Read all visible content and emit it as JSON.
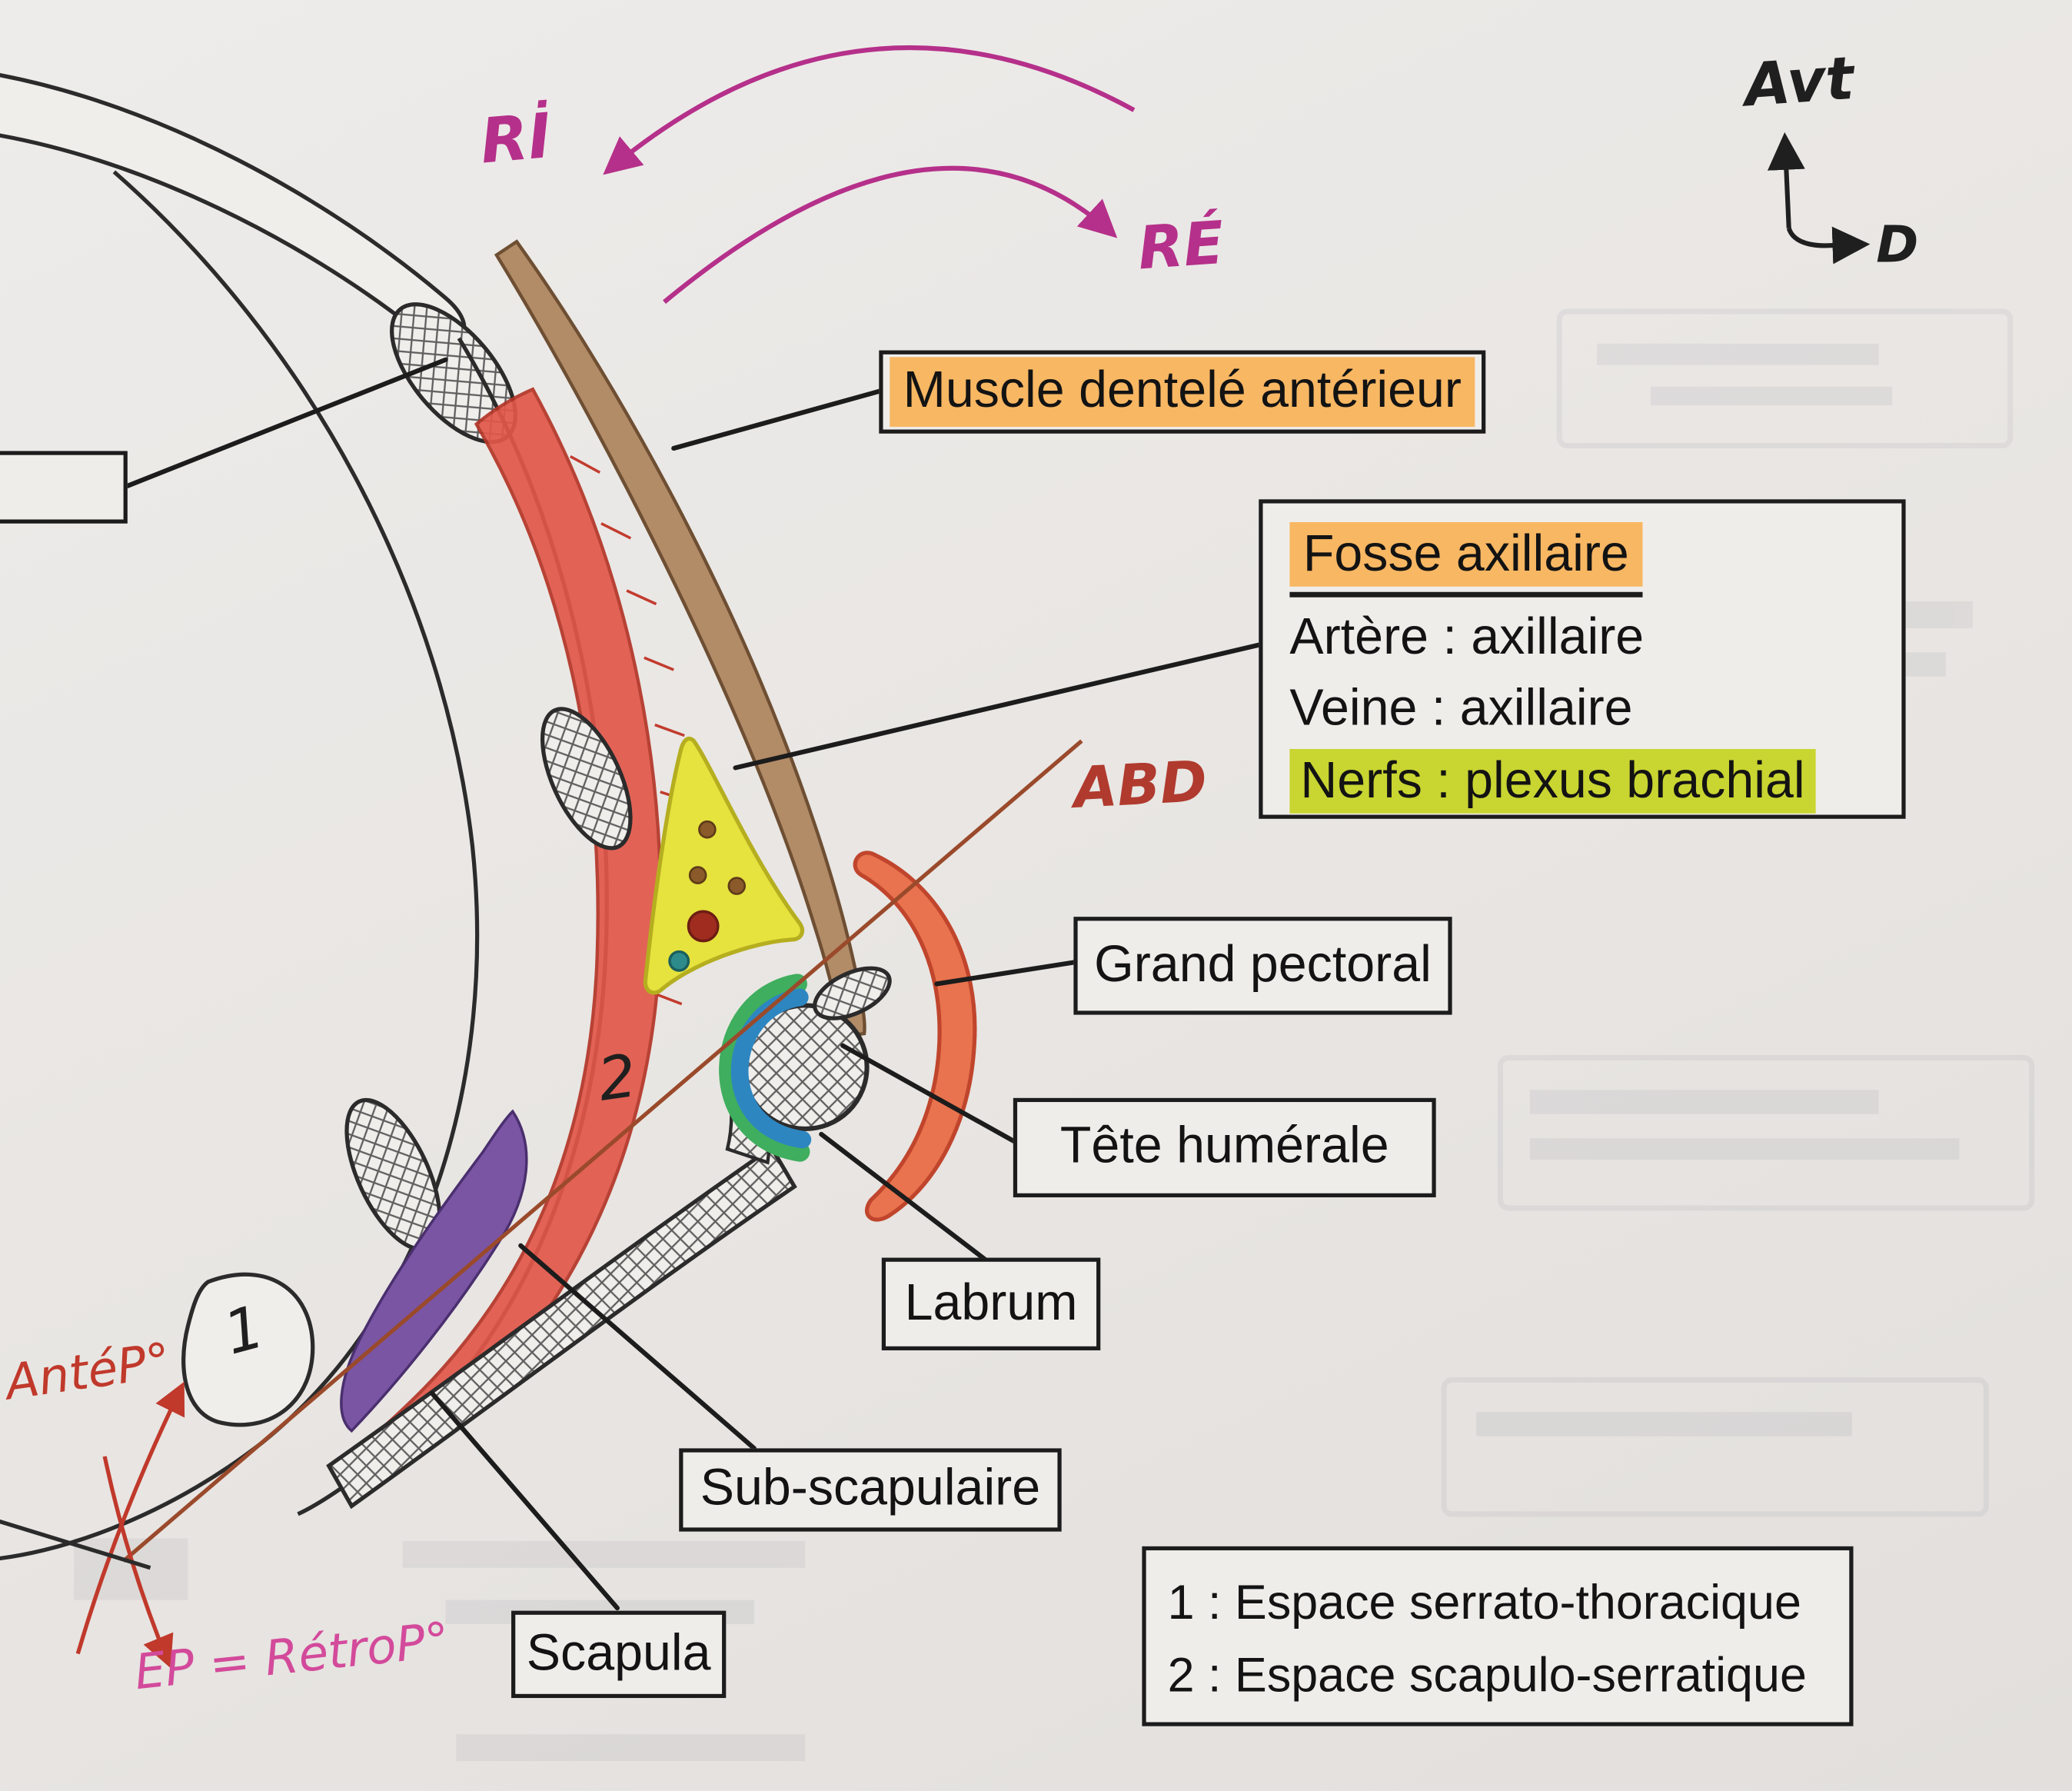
{
  "page": {
    "background": "#e9e6e3"
  },
  "colors": {
    "highlight_orange": "#f8b763",
    "highlight_green": "#c9d531",
    "serratus_red": "#e2574a",
    "pectoral_orange": "#e8734e",
    "subscapularis_purple": "#7a55a4",
    "axillary_fossa_yellow": "#e6e23e",
    "cartilage_blue": "#2e86c1",
    "labrum_green": "#3fae5e",
    "scapula_edge_brown": "#b28b67",
    "ink_magenta": "#b5308a",
    "ink_red": "#c0392b",
    "ink_pink": "#d34a9b",
    "ink_sienna": "#9a4a2b"
  },
  "handwritten": {
    "ri": "Rİ",
    "re": "RÉ",
    "abd": "ABD",
    "avt": "Avt",
    "d": "D",
    "antep": "AntéP°",
    "retrop": "EP = RétroP°",
    "num1": "1",
    "num2": "2"
  },
  "boxes": {
    "dentele": {
      "label": "Muscle dentelé antérieur"
    },
    "fosse": {
      "title": "Fosse axillaire",
      "artere": "Artère : axillaire",
      "veine": "Veine : axillaire",
      "nerfs": "Nerfs : plexus brachial"
    },
    "grand_pectoral": {
      "label": "Grand pectoral"
    },
    "tete_humerale": {
      "label": "Tête humérale"
    },
    "labrum": {
      "label": "Labrum"
    },
    "subscapulaire": {
      "label": "Sub-scapulaire"
    },
    "scapula": {
      "label": "Scapula"
    },
    "espaces": {
      "line1": "1 : Espace serrato-thoracique",
      "line2": "2 : Espace scapulo-serratique"
    }
  }
}
